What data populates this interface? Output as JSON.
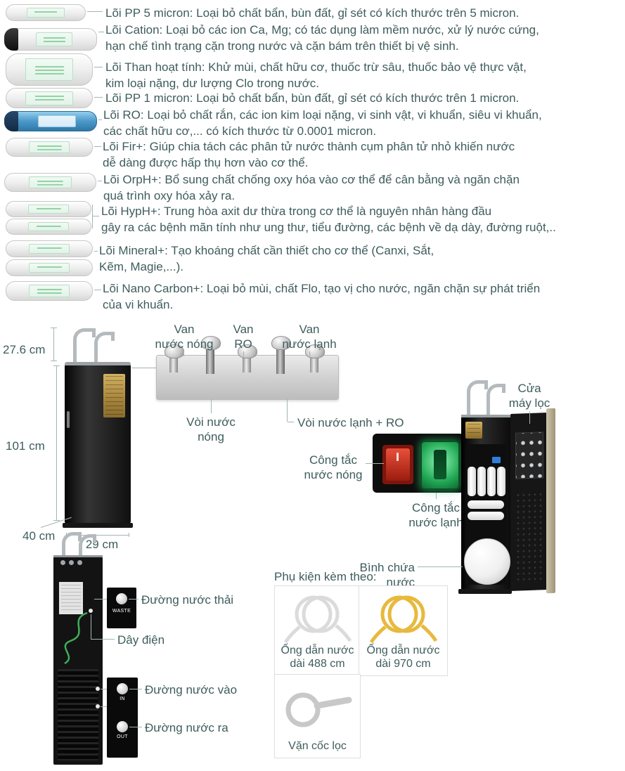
{
  "colors": {
    "text": "#3f5c5c",
    "leader_line": "#a3b5b5",
    "accent_green": "#3fae5a",
    "switch_red": "#c0281c",
    "switch_green": "#23a956",
    "ro_blue": "#4b98c9",
    "gold_panel": "#c2a04e",
    "door_tan": "#b7ae95"
  },
  "filters": [
    {
      "id": "pp5",
      "text": "Lõi PP 5 micron: Loại bỏ chất bẩn, bùn đất, gỉ sét có kích thước trên 5 micron."
    },
    {
      "id": "cation",
      "text": "Lõi Cation: Loại bỏ các ion Ca, Mg; có tác dụng làm mềm nước, xử lý nước cứng,\nhạn chế tình trạng cặn trong nước và cặn bám trên thiết bị vệ sinh."
    },
    {
      "id": "carbon",
      "text": "Lõi Than hoạt tính: Khử mùi, chất hữu cơ, thuốc trừ sâu, thuốc bảo vệ thực vật,\nkim loại nặng, dư lượng Clo trong nước."
    },
    {
      "id": "pp1",
      "text": "Lõi PP 1 micron: Loại bỏ chất bẩn, bùn đất, gỉ sét có kích thước trên 1 micron."
    },
    {
      "id": "ro",
      "text": "Lõi RO: Loại bỏ chất rắn, các ion kim loại nặng, vi sinh vật, vi khuẩn, siêu vi khuẩn,\ncác chất hữu cơ,... có kích thước từ 0.0001 micron."
    },
    {
      "id": "fir",
      "text": "Lõi Fir+: Giúp chia tách các phân tử nước thành cụm phân tử nhỏ khiến nước\ndễ dàng được hấp thụ hơn vào cơ thể."
    },
    {
      "id": "orph",
      "text": "Lõi OrpH+: Bổ sung chất chống oxy hóa vào cơ thể để cân bằng và ngăn chặn\nquá trình oxy hóa xảy ra."
    },
    {
      "id": "hyph",
      "text": "Lõi HypH+: Trung hòa axit dư thừa trong cơ thể là nguyên nhân hàng đầu\ngây ra các bệnh mãn tính như ung thư, tiểu đường, các bệnh về dạ dày, đường ruột,.."
    },
    {
      "id": "mineral",
      "text": "Lõi Mineral+: Tạo khoáng chất cần thiết cho cơ thể (Canxi, Sắt,\nKẽm, Magie,...)."
    },
    {
      "id": "nano",
      "text": "Lõi Nano Carbon+: Loại bỏ mùi, chất Flo, tạo vị cho nước, ngăn chặn sự phát triển\ncủa vi khuẩn."
    }
  ],
  "dimensions": {
    "faucet_height": "27.6 cm",
    "body_height": "101 cm",
    "depth": "40 cm",
    "width": "29 cm"
  },
  "valve_section": {
    "valve_hot": "Van\nnước nóng",
    "valve_ro": "Van\nRO",
    "valve_cold": "Van\nnước lạnh",
    "tap_hot": "Vòi nước nóng",
    "tap_cold": "Vòi nước lạnh + RO"
  },
  "switch_section": {
    "hot": "Công tắc\nnước nóng",
    "cold": "Công tắc\nnước lạnh"
  },
  "open_view": {
    "door": "Cửa\nmáy lọc",
    "tank": "Bình chứa nước"
  },
  "back_view": {
    "waste": "Đường nước thải",
    "power": "Dây điện",
    "inlet": "Đường nước vào",
    "outlet": "Đường nước ra",
    "port_waste": "WASTE",
    "port_in": "IN",
    "port_out": "OUT"
  },
  "accessories": {
    "title": "Phụ kiện kèm theo:",
    "items": [
      {
        "caption": "Ống dẫn nước\ndài 488 cm"
      },
      {
        "caption": "Ống dẫn nước\ndài 970 cm"
      },
      {
        "caption": "Vặn cốc lọc"
      }
    ]
  }
}
